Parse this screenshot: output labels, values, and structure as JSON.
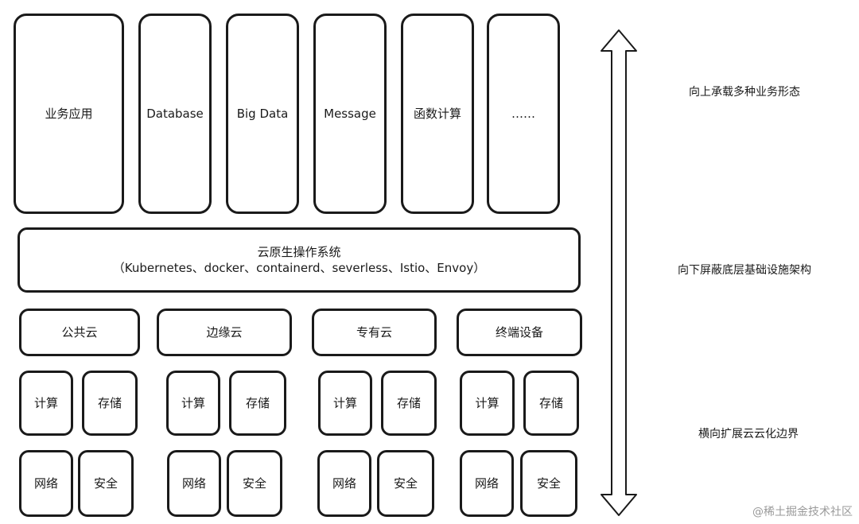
{
  "top_layer": {
    "items": [
      "业务应用",
      "Database",
      "Big Data",
      "Message",
      "函数计算",
      "……"
    ]
  },
  "os_layer": {
    "title": "云原生操作系统",
    "subtitle": "（Kubernetes、docker、containerd、severless、Istio、Envoy）"
  },
  "cloud_layer": {
    "items": [
      "公共云",
      "边缘云",
      "专有云",
      "终端设备"
    ]
  },
  "resources": {
    "compute": "计算",
    "storage": "存储",
    "network": "网络",
    "security": "安全"
  },
  "side_labels": {
    "top": "向上承载多种业务形态",
    "middle": "向下屏蔽底层基础设施架构",
    "bottom": "横向扩展云云化边界"
  },
  "watermark": "@稀土掘金技术社区"
}
